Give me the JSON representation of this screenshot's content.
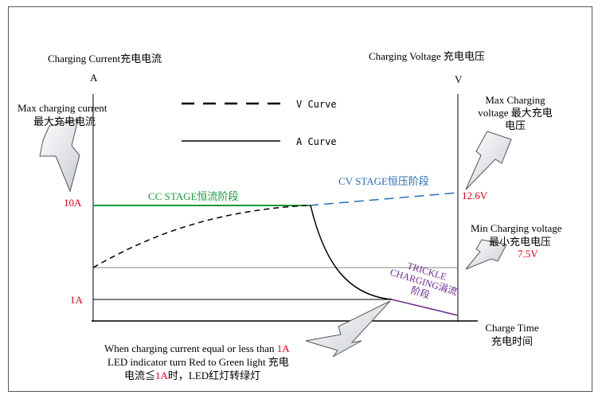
{
  "axes": {
    "y_left_title": "Charging Current充电电流",
    "y_left_unit": "A",
    "y_right_title": "Charging Voltage 充电电压",
    "y_right_unit": "V",
    "x_title_line1": "Charge Time",
    "x_title_line2": "充电时间"
  },
  "legend": {
    "v_curve": "V Curve",
    "a_curve": "A Curve"
  },
  "annotations": {
    "max_current_line1": "Max charging current",
    "max_current_line2": "最大充电电流",
    "current_10a": "10A",
    "current_1a": "1A",
    "max_voltage_line1": "Max Charging",
    "max_voltage_line2": "voltage 最大充电",
    "max_voltage_line3": "电压",
    "voltage_max": "12.6V",
    "min_voltage_line1": "Min Charging voltage",
    "min_voltage_line2": "最小充电电压",
    "voltage_min": "7.5V",
    "cc_stage": "CC STAGE恒流阶段",
    "cv_stage": "CV STAGE恒压阶段",
    "trickle_line1": "TRICKLE",
    "trickle_line2": "CHARGING涓流",
    "trickle_line3": "阶段",
    "note_line1_prefix": "When charging current equal or less than ",
    "note_line1_value": "1A",
    "note_line2": "LED indicator turn Red to Green light 充电",
    "note_line3_prefix": "电流≦",
    "note_line3_value": "1A",
    "note_line3_suffix": "时，LED红灯转绿灯"
  },
  "colors": {
    "cc_stage": "#1a9a3a",
    "cv_stage": "#2a6db5",
    "trickle": "#6a2a8a",
    "highlight": "#e8001c"
  },
  "icons": {
    "callout_arrows": "down-pointing-callout-arrow"
  }
}
